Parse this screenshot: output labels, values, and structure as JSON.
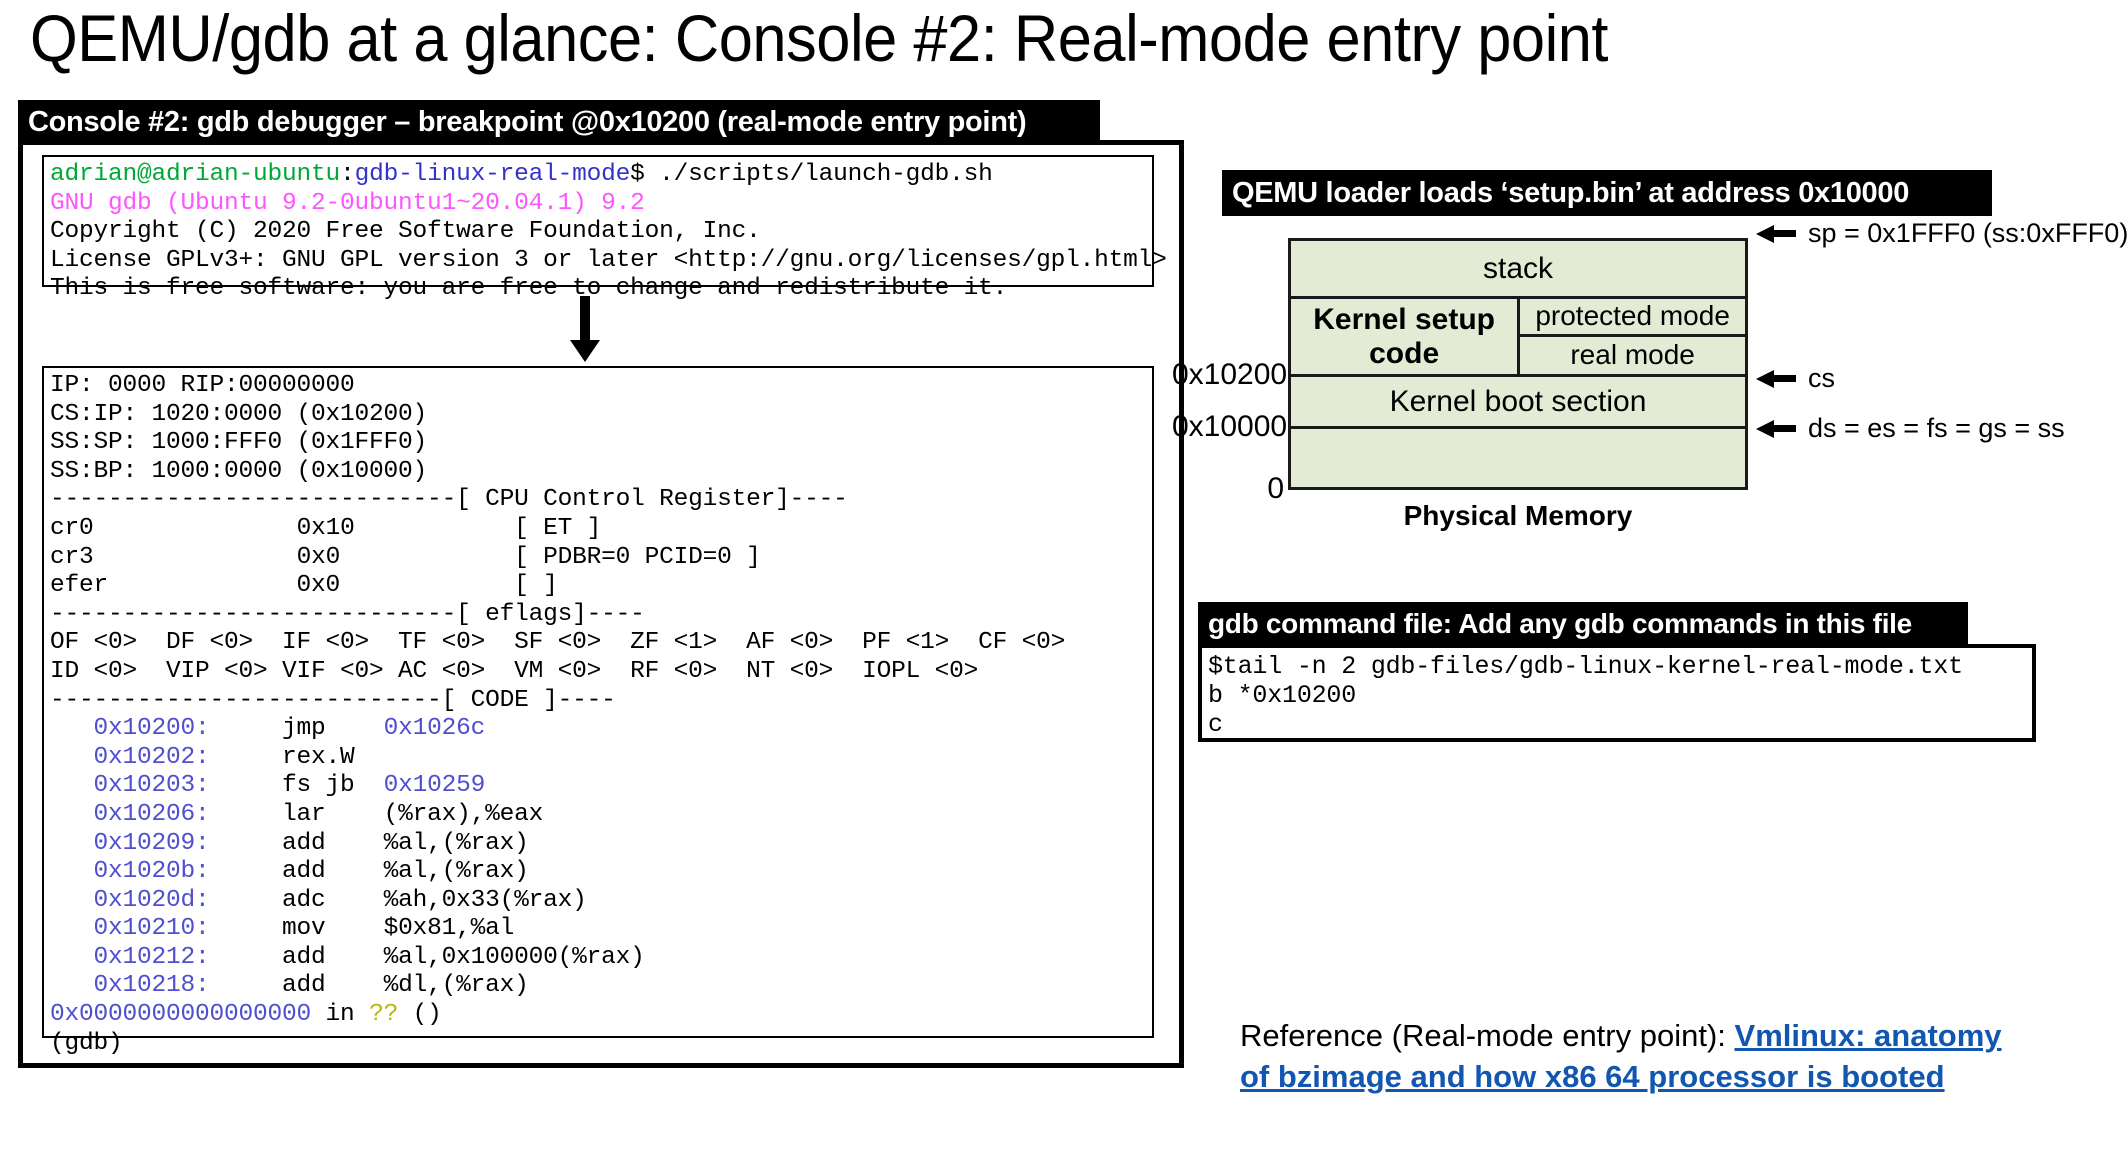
{
  "slide": {
    "title": "QEMU/gdb at a glance: Console #2: Real-mode entry point"
  },
  "console_panel": {
    "caption": "Console #2: gdb debugger – breakpoint @0x10200 (real-mode entry point)",
    "startup_terminal": {
      "prompt_user": "adrian@adrian-ubuntu",
      "prompt_sep": ":",
      "prompt_path": "gdb-linux-real-mode",
      "prompt_dollar": "$ ./scripts/launch-gdb.sh",
      "line_version": "GNU gdb (Ubuntu 9.2-0ubuntu1~20.04.1) 9.2",
      "line_copyright": "Copyright (C) 2020 Free Software Foundation, Inc.",
      "line_license": "License GPLv3+: GNU GPL version 3 or later <http://gnu.org/licenses/gpl.html>",
      "line_free": "This is free software: you are free to change and redistribute it."
    },
    "registers_terminal": {
      "line_ip": "IP: 0000 RIP:00000000",
      "line_csip": "CS:IP: 1020:0000 (0x10200)",
      "line_sssp": "SS:SP: 1000:FFF0 (0x1FFF0)",
      "line_ssbp": "SS:BP: 1000:0000 (0x10000)",
      "sep_cpu_control": "----------------------------[ CPU Control Register]----",
      "cr0": {
        "name": "cr0",
        "value": "0x10",
        "flags": "[ ET ]"
      },
      "cr3": {
        "name": "cr3",
        "value": "0x0",
        "flags": "[ PDBR=0 PCID=0 ]"
      },
      "efer": {
        "name": "efer",
        "value": "0x0",
        "flags": "[ ]"
      },
      "sep_eflags": "----------------------------[ eflags]----",
      "eflags_line1": "OF <0>  DF <0>  IF <0>  TF <0>  SF <0>  ZF <1>  AF <0>  PF <1>  CF <0>",
      "eflags_line2": "ID <0>  VIP <0> VIF <0> AC <0>  VM <0>  RF <0>  NT <0>  IOPL <0>",
      "sep_code": "---------------------------[ CODE ]----",
      "code": [
        {
          "address": "0x10200:",
          "mnemonic": "jmp",
          "operands": "0x1026c",
          "operand_is_addr": true
        },
        {
          "address": "0x10202:",
          "mnemonic": "rex.W",
          "operands": "",
          "operand_is_addr": false
        },
        {
          "address": "0x10203:",
          "mnemonic": "fs jb",
          "operands": "0x10259",
          "operand_is_addr": true
        },
        {
          "address": "0x10206:",
          "mnemonic": "lar",
          "operands": "(%rax),%eax",
          "operand_is_addr": false
        },
        {
          "address": "0x10209:",
          "mnemonic": "add",
          "operands": "%al,(%rax)",
          "operand_is_addr": false
        },
        {
          "address": "0x1020b:",
          "mnemonic": "add",
          "operands": "%al,(%rax)",
          "operand_is_addr": false
        },
        {
          "address": "0x1020d:",
          "mnemonic": "adc",
          "operands": "%ah,0x33(%rax)",
          "operand_is_addr": false
        },
        {
          "address": "0x10210:",
          "mnemonic": "mov",
          "operands": "$0x81,%al",
          "operand_is_addr": false
        },
        {
          "address": "0x10212:",
          "mnemonic": "add",
          "operands": "%al,0x100000(%rax)",
          "operand_is_addr": false
        },
        {
          "address": "0x10218:",
          "mnemonic": "add",
          "operands": "%dl,(%rax)",
          "operand_is_addr": false
        }
      ],
      "frame_addr": "0x0000000000000000",
      "frame_in": " in ",
      "frame_unknown": "??",
      "frame_parens": " ()",
      "prompt": "(gdb)"
    }
  },
  "memory_panel": {
    "caption": "QEMU loader loads ‘setup.bin’ at address 0x10000",
    "rows": {
      "stack": "stack",
      "kernel_setup_code": "Kernel setup\ncode",
      "protected_mode": "protected mode",
      "real_mode": "real mode",
      "kernel_boot_section": "Kernel boot section",
      "bottom": ""
    },
    "addresses": {
      "top": "0x10200",
      "mid": "0x10000",
      "zero": "0"
    },
    "diagram_label": "Physical Memory",
    "annotations": {
      "sp": "sp = 0x1FFF0 (ss:0xFFF0)",
      "cs": "cs",
      "ds": "ds = es = fs = gs = ss"
    },
    "fill_color": "#e3ebd5"
  },
  "gdb_file_panel": {
    "caption": "gdb command file: Add any gdb commands in this file",
    "lines": [
      "$tail -n 2 gdb-files/gdb-linux-kernel-real-mode.txt",
      "b *0x10200",
      "c"
    ]
  },
  "reference": {
    "prefix": "Reference (Real-mode entry point): ",
    "link_text": "Vmlinux: anatomy of bzimage and how x86 64 processor is booted",
    "link_color": "#1156b0"
  }
}
